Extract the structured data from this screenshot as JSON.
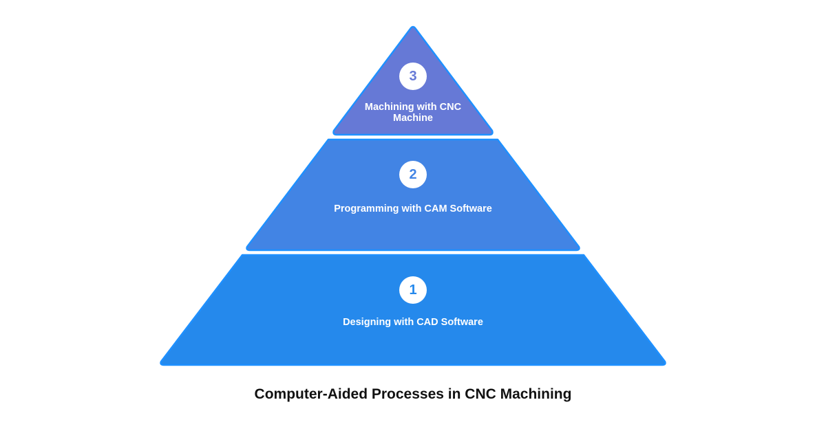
{
  "caption": "Computer-Aided Processes in CNC Machining",
  "colors": {
    "outline": "#1e90ff",
    "tier_1": "#2589ec",
    "tier_2": "#4284e4",
    "tier_3": "#6679d6",
    "badge_bg": "#ffffff"
  },
  "tiers": [
    {
      "number": "1",
      "label": "Designing with CAD Software",
      "color": "#2589ec"
    },
    {
      "number": "2",
      "label": "Programming with CAM Software",
      "color": "#4284e4"
    },
    {
      "number": "3",
      "label_lines": [
        "Machining with CNC",
        "Machine"
      ],
      "color": "#6679d6"
    }
  ]
}
